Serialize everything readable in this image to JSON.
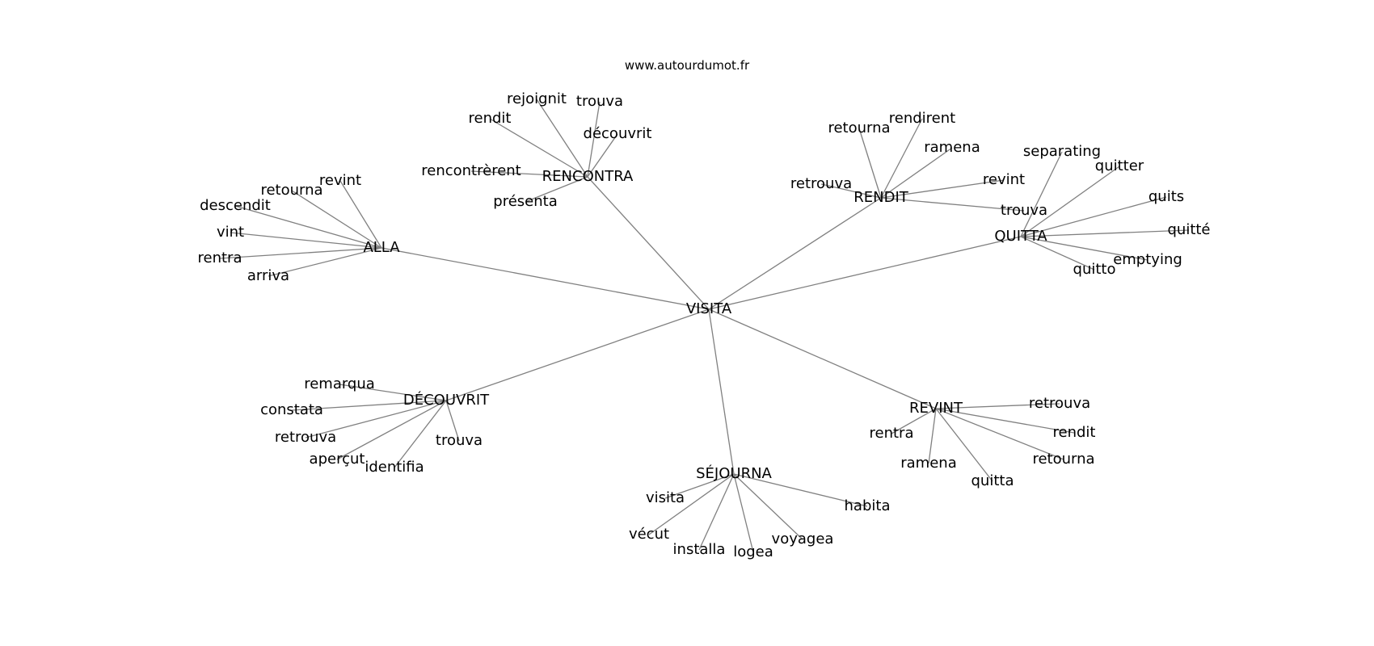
{
  "header": {
    "site": "www.autourdumot.fr"
  },
  "graph": {
    "center": "VISITA",
    "clusters": [
      {
        "hub": "RENCONTRA",
        "leaves": [
          "rejoignit",
          "trouva",
          "rendit",
          "découvrit",
          "rencontrèrent",
          "présenta"
        ]
      },
      {
        "hub": "RENDIT",
        "leaves": [
          "retourna",
          "rendirent",
          "ramena",
          "retrouva",
          "revint",
          "trouva"
        ]
      },
      {
        "hub": "QUITTA",
        "leaves": [
          "separating",
          "quitter",
          "quits",
          "quitté",
          "emptying",
          "quitto"
        ]
      },
      {
        "hub": "ALLA",
        "leaves": [
          "revint",
          "retourna",
          "descendit",
          "vint",
          "rentra",
          "arriva"
        ]
      },
      {
        "hub": "DÉCOUVRIT",
        "leaves": [
          "remarqua",
          "constata",
          "retrouva",
          "aperçut",
          "identifia",
          "trouva"
        ]
      },
      {
        "hub": "SÉJOURNA",
        "leaves": [
          "visita",
          "vécut",
          "installa",
          "logea",
          "voyagea",
          "habita"
        ]
      },
      {
        "hub": "REVINT",
        "leaves": [
          "retrouva",
          "rentra",
          "ramena",
          "quitta",
          "rendit",
          "retourna"
        ]
      }
    ]
  },
  "colors": {
    "edge": "#808080",
    "text": "#000000",
    "background": "#ffffff"
  }
}
